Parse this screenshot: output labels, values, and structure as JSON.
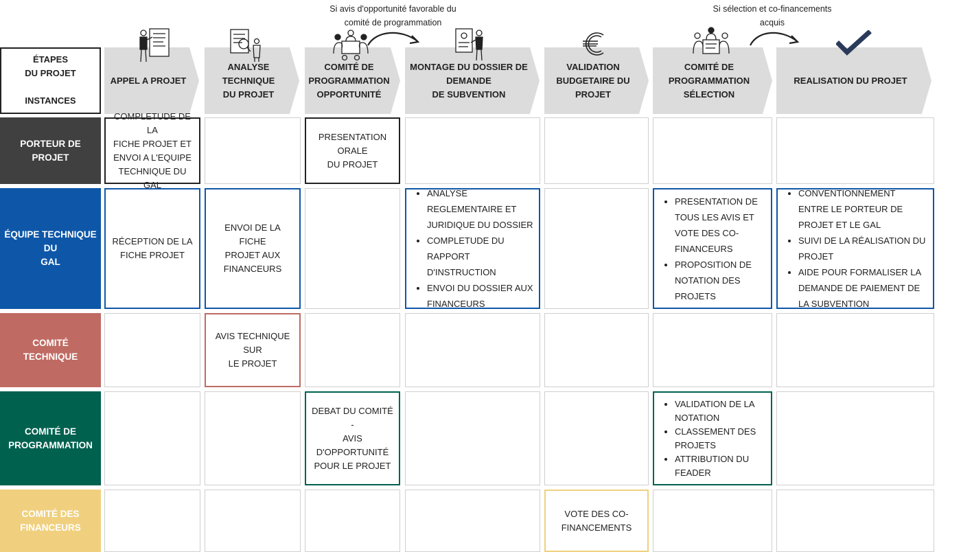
{
  "notes": {
    "opportunity": "Si avis d'opportunité favorable du\ncomité de programmation",
    "selection": "Si sélection et co-financements\nacquis"
  },
  "corner": {
    "line1": "ÉTAPES",
    "line2": "DU PROJET",
    "line3": "INSTANCES"
  },
  "steps": [
    {
      "label": "APPEL A PROJET",
      "icon": "person-board-icon"
    },
    {
      "label": "ANALYSE TECHNIQUE\nDU PROJET",
      "icon": "document-magnifier-icon"
    },
    {
      "label": "COMITÉ DE\nPROGRAMMATION\nOPPORTUNITÉ",
      "icon": "meeting-group-icon"
    },
    {
      "label": "MONTAGE DU DOSSIER DE\nDEMANDE\nDE SUBVENTION",
      "icon": "person-documents-icon"
    },
    {
      "label": "VALIDATION\nBUDGETAIRE DU\nPROJET",
      "icon": "euro-icon"
    },
    {
      "label": "COMITÉ DE\nPROGRAMMATION\nSÉLECTION",
      "icon": "meeting-group-icon"
    },
    {
      "label": "REALISATION DU PROJET",
      "icon": "checkmark-icon"
    }
  ],
  "rows": [
    {
      "label": "PORTEUR DE PROJET",
      "color": "#404040"
    },
    {
      "label": "ÉQUIPE TECHNIQUE DU\nGAL",
      "color": "#0e57a8"
    },
    {
      "label": "COMITÉ TECHNIQUE",
      "color": "#bf6b63"
    },
    {
      "label": "COMITÉ DE\nPROGRAMMATION",
      "color": "#00614f"
    },
    {
      "label": "COMITÉ DES\nFINANCEURS",
      "color": "#f0d07f"
    }
  ],
  "cells": {
    "porteur_appel": "COMPLETUDE DE LA\nFICHE PROJET ET\nENVOI A L'EQUIPE\nTECHNIQUE DU GAL",
    "porteur_comite": "PRESENTATION ORALE\nDU PROJET",
    "equipe_appel": "RÉCEPTION DE LA\nFICHE PROJET",
    "equipe_analyse": "ENVOI DE LA FICHE\nPROJET AUX\nFINANCEURS",
    "equipe_montage": [
      "ANALYSE REGLEMENTAIRE ET JURIDIQUE DU DOSSIER",
      "COMPLETUDE DU RAPPORT D'INSTRUCTION",
      "ENVOI DU DOSSIER AUX FINANCEURS"
    ],
    "equipe_selection": [
      "PRESENTATION DE TOUS LES AVIS ET VOTE DES CO-FINANCEURS",
      "PROPOSITION DE NOTATION DES PROJETS"
    ],
    "equipe_realisation": [
      "CONVENTIONNEMENT ENTRE LE PORTEUR DE PROJET ET LE GAL",
      "SUIVI DE LA RÉALISATION DU PROJET",
      "AIDE POUR FORMALISER LA DEMANDE DE PAIEMENT DE LA SUBVENTION"
    ],
    "technique_analyse": "AVIS TECHNIQUE SUR\nLE PROJET",
    "programmation_opportunite": "DEBAT DU COMITÉ -\nAVIS D'OPPORTUNITÉ\nPOUR LE PROJET",
    "programmation_selection": [
      "VALIDATION DE LA NOTATION",
      "CLASSEMENT DES PROJETS",
      "ATTRIBUTION DU FEADER"
    ],
    "financeurs_validation": "VOTE DES CO-\nFINANCEMENTS"
  },
  "colors": {
    "black": "#222222",
    "blue": "#0e57a8",
    "red": "#bf6b63",
    "green": "#00614f",
    "yellow": "#f0d07f",
    "arrow_gray": "#dcdcdc",
    "check": "#2a3a5a"
  }
}
